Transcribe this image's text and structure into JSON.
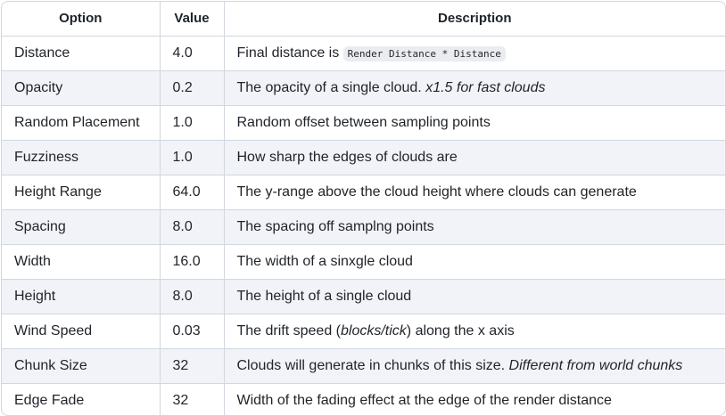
{
  "headers": {
    "option": "Option",
    "value": "Value",
    "description": "Description"
  },
  "rows": [
    {
      "option": "Distance",
      "value": "4.0",
      "desc_text": "Final distance is ",
      "desc_code": "Render Distance * Distance",
      "desc_italic": ""
    },
    {
      "option": "Opacity",
      "value": "0.2",
      "desc_text": "The opacity of a single cloud. ",
      "desc_code": "",
      "desc_italic": "x1.5 for fast clouds"
    },
    {
      "option": "Random Placement",
      "value": "1.0",
      "desc_text": "Random offset between sampling points",
      "desc_code": "",
      "desc_italic": ""
    },
    {
      "option": "Fuzziness",
      "value": "1.0",
      "desc_text": "How sharp the edges of clouds are",
      "desc_code": "",
      "desc_italic": ""
    },
    {
      "option": "Height Range",
      "value": "64.0",
      "desc_text": "The y-range above the cloud height where clouds can generate",
      "desc_code": "",
      "desc_italic": ""
    },
    {
      "option": "Spacing",
      "value": "8.0",
      "desc_text": "The spacing off samplng points",
      "desc_code": "",
      "desc_italic": ""
    },
    {
      "option": "Width",
      "value": "16.0",
      "desc_text": "The width of a sinxgle cloud",
      "desc_code": "",
      "desc_italic": ""
    },
    {
      "option": "Height",
      "value": "8.0",
      "desc_text": "The height of a single cloud",
      "desc_code": "",
      "desc_italic": ""
    },
    {
      "option": "Wind Speed",
      "value": "0.03",
      "desc_text": "The drift speed (",
      "desc_code": "",
      "desc_italic": "blocks/tick",
      "desc_after": ") along the x axis"
    },
    {
      "option": "Chunk Size",
      "value": "32",
      "desc_text": "Clouds will generate in chunks of this size. ",
      "desc_code": "",
      "desc_italic": "Different from world chunks"
    },
    {
      "option": "Edge Fade",
      "value": "32",
      "desc_text": "Width of the fading effect at the edge of the render distance",
      "desc_code": "",
      "desc_italic": ""
    }
  ]
}
